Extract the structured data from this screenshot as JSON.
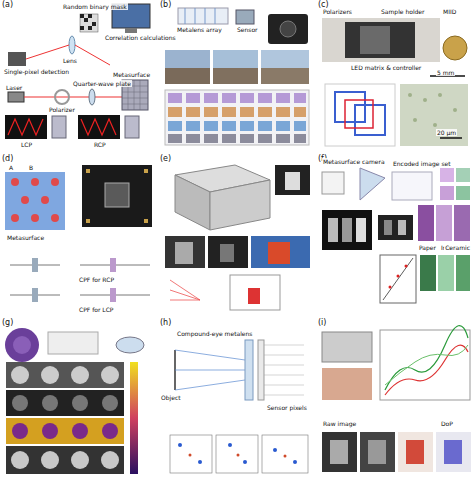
{
  "diagram": {
    "nodes": [
      {
        "text": [
          "(a)"
        ]
      },
      {
        "text": [
          "(b)"
        ]
      },
      {
        "text": [
          "(c)"
        ]
      },
      {
        "text": [
          "(d)"
        ]
      },
      {
        "text": [
          "(e)"
        ]
      },
      {
        "text": [
          "(f)"
        ]
      },
      {
        "text": [
          "(g)"
        ]
      },
      {
        "text": [
          "(h)"
        ]
      },
      {
        "text": [
          "(i)"
        ]
      }
    ],
    "labels": [
      "Random binary mask",
      "Correlation calculations",
      "Lens",
      "Single-pixel detection",
      "Polarizer",
      "Quarter-wave plate",
      "Metasurface",
      "Laser",
      "LCP",
      "RCP",
      "Sensor",
      "Metalens array",
      "Polarizers",
      "Sample holder",
      "MIID",
      "LED matrix & controller",
      "5 mm",
      "20 μm",
      "A",
      "B",
      "Metasurface",
      "CPF for RCP",
      "CPF for LCP",
      "Metasurface camera",
      "Encoded image set",
      "Paper",
      "Iron",
      "Ceramic",
      "Compound-eye metalens",
      "Object",
      "Sensor pixels",
      "Raw image",
      "DoP"
    ]
  }
}
